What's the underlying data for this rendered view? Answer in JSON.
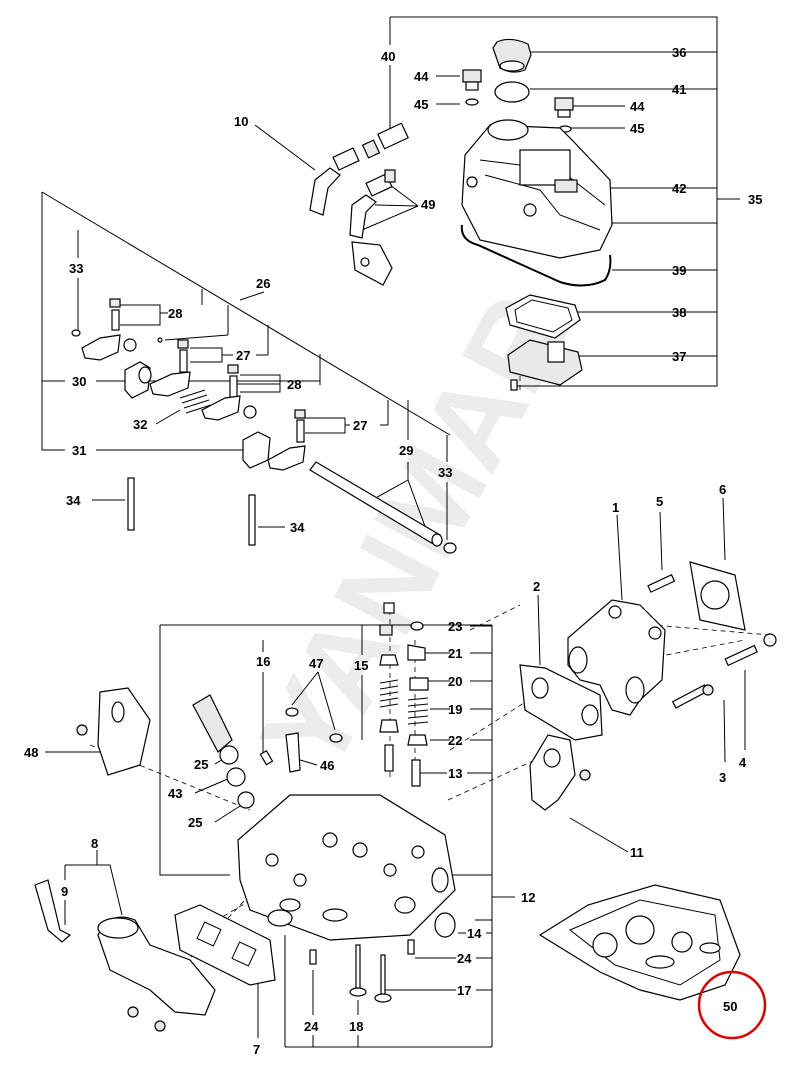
{
  "watermark": "YANMAR",
  "highlight_color": "#e00000",
  "callouts": {
    "n1": "1",
    "n2": "2",
    "n3": "3",
    "n4": "4",
    "n5": "5",
    "n6": "6",
    "n7": "7",
    "n8": "8",
    "n9": "9",
    "n10": "10",
    "n11": "11",
    "n12": "12",
    "n13": "13",
    "n14": "14",
    "n15": "15",
    "n16": "16",
    "n17": "17",
    "n18": "18",
    "n19": "19",
    "n20": "20",
    "n21": "21",
    "n22": "22",
    "n23": "23",
    "n24": "24",
    "n25": "25",
    "n26": "26",
    "n27": "27",
    "n28": "28",
    "n29": "29",
    "n30": "30",
    "n31": "31",
    "n32": "32",
    "n33": "33",
    "n34": "34",
    "n35": "35",
    "n36": "36",
    "n37": "37",
    "n38": "38",
    "n39": "39",
    "n40": "40",
    "n41": "41",
    "n42": "42",
    "n43": "43",
    "n44": "44",
    "n45": "45",
    "n46": "46",
    "n47": "47",
    "n48": "48",
    "n49": "49",
    "n50": "50"
  }
}
